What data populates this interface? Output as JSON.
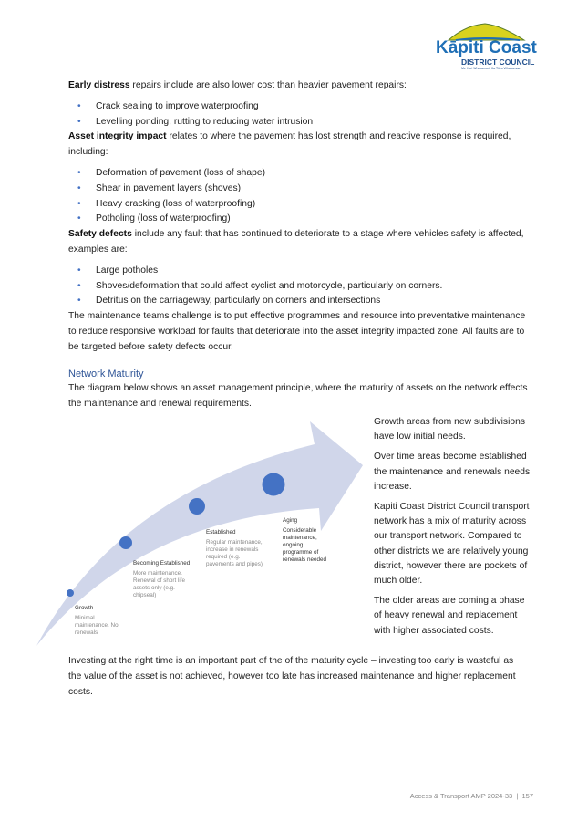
{
  "logo": {
    "name": "Kāpiti Coast",
    "sub": "DISTRICT COUNCIL",
    "tagline": "Me Huri Whakamuri, Ka Titiro Whakamua"
  },
  "early": {
    "bold": "Early distress",
    "rest": " repairs include are also lower cost than heavier pavement repairs:",
    "items": [
      "Crack sealing to improve waterproofing",
      "Levelling ponding, rutting to reducing water intrusion"
    ]
  },
  "integrity": {
    "bold": "Asset integrity impact",
    "rest": " relates to where the pavement has lost strength and reactive response is required, including:",
    "items": [
      "Deformation of pavement (loss of shape)",
      "Shear in pavement layers (shoves)",
      "Heavy cracking (loss of waterproofing)",
      "Potholing (loss of waterproofing)"
    ]
  },
  "safety": {
    "bold": "Safety defects",
    "rest": " include any fault that has continued to deteriorate to a stage where vehicles safety is affected, examples are:",
    "items": [
      "Large potholes",
      "Shoves/deformation that could affect cyclist and motorcycle, particularly on corners.",
      "Detritus on the carriageway, particularly on corners and intersections"
    ]
  },
  "challenge": "The maintenance teams challenge is to put effective programmes and resource into preventative maintenance to reduce responsive workload for faults that deteriorate into the asset integrity impacted zone.  All faults are to be targeted before safety defects occur.",
  "maturity": {
    "heading": "Network Maturity",
    "intro": "The diagram below shows an asset management principle, where the maturity of assets on the network effects the maintenance and renewal requirements.",
    "stages": [
      {
        "title": "Growth",
        "desc": "Minimal maintenance. No renewals"
      },
      {
        "title": "Becoming Established",
        "desc": "More maintenance. Renewal of short life assets only  (e.g. chipseal)"
      },
      {
        "title": "Established",
        "desc": "Regular maintenance, increase in renewals required (e.g. pavements and pipes)"
      },
      {
        "title": "Aging",
        "desc": "Considerable maintenance, ongoing programme of renewals needed"
      }
    ],
    "side": [
      "Growth areas from new subdivisions have low initial needs.",
      "Over time areas become established the maintenance and renewals needs increase.",
      "Kapiti Coast District Council transport network has a mix of maturity across our transport network. Compared to other districts we are relatively young district, however there are pockets of much older.",
      "The older areas are coming a phase of heavy renewal and replacement with higher associated costs."
    ],
    "closing": " Investing at the right time is an important part of the  of the maturity cycle – investing too early is wasteful as the value of the asset is not achieved, however too late has increased maintenance and higher replacement costs."
  },
  "footer": {
    "doc": "Access & Transport AMP 2024-33",
    "sep": "|",
    "page": "157"
  }
}
